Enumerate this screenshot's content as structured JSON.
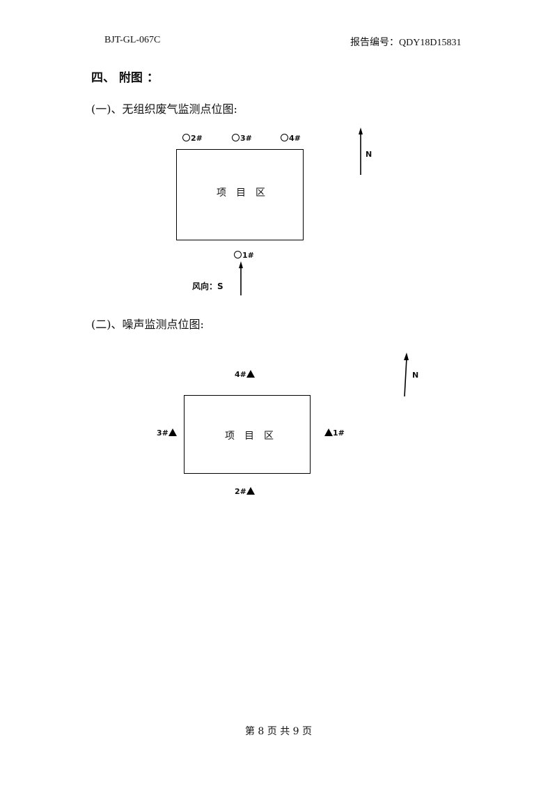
{
  "header": {
    "doc_code": "BJT-GL-067C",
    "report_no": "报告编号：QDY18D15831"
  },
  "section": {
    "title": "四、  附图 ："
  },
  "fig1": {
    "heading": "(一)、无组织废气监测点位图:",
    "area_label": "项目区",
    "points": [
      "2#",
      "3#",
      "4#",
      "1#"
    ],
    "north_label": "N",
    "wind_label": "风向：S"
  },
  "fig2": {
    "heading": "(二)、噪声监测点位图:",
    "area_label": "项目区",
    "points": {
      "top": "4#",
      "left": "3#",
      "right": "1#",
      "bottom": "2#"
    },
    "north_label": "N"
  },
  "footer": {
    "page": "第 8 页 共 9 页"
  }
}
